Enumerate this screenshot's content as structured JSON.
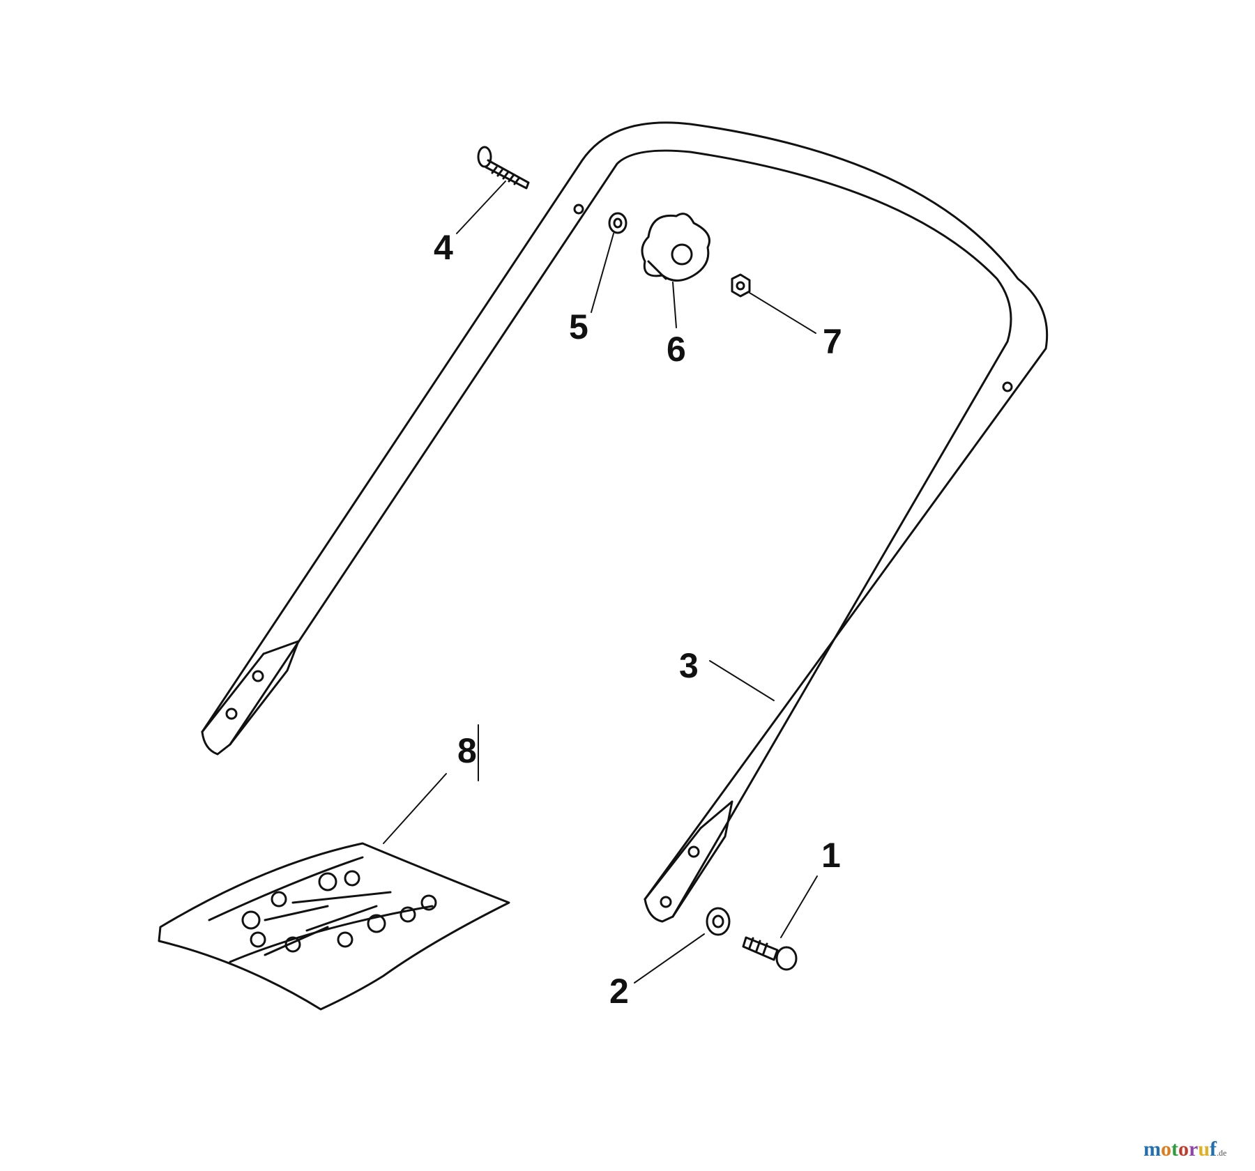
{
  "callouts": {
    "part_1": "1",
    "part_2": "2",
    "part_3": "3",
    "part_4": "4",
    "part_5": "5",
    "part_6": "6",
    "part_7": "7",
    "part_8": "8"
  },
  "watermark": {
    "text": "motoruf",
    "suffix": ".de",
    "colors": [
      "#1f6fb2",
      "#e07b1a",
      "#2a9d3a",
      "#c0392b",
      "#8e44ad",
      "#e0b020",
      "#1f6fb2"
    ]
  },
  "colors": {
    "line": "#111111",
    "background": "#ffffff"
  }
}
